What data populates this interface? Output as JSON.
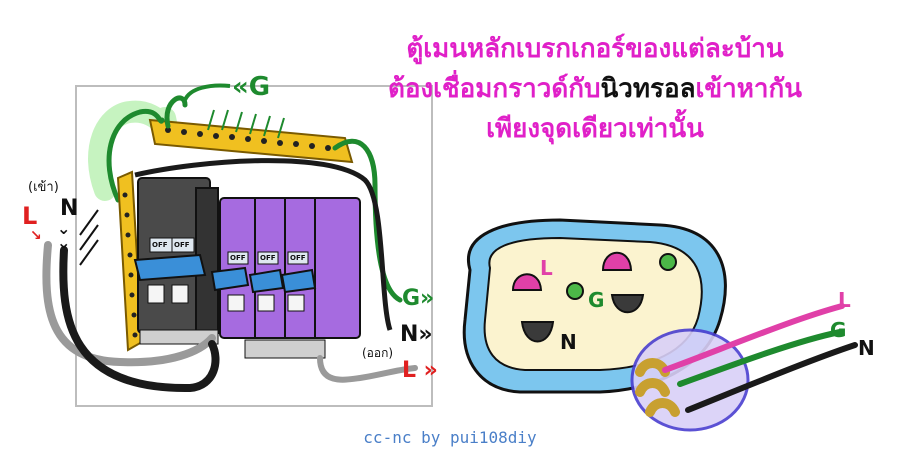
{
  "title": {
    "line1": "ตู้เมนหลักเบรกเกอร์ของแต่ละบ้าน",
    "line2": {
      "part1": "ต้องเชื่อมกราวด์กับ",
      "part2": "นิวทรอล",
      "part3": "เข้าหากัน"
    },
    "line3": "เพียงจุดเดียวเท่านั้น"
  },
  "labels": {
    "g_top": "«G",
    "g_right": "G»",
    "in_note": "(เข้า)",
    "in_n": "N",
    "in_l": "L",
    "out_n": "N»",
    "out_note": "(ออก)",
    "out_l": "L »",
    "breaker_off": "OFF",
    "socket_l": "L",
    "socket_g": "G",
    "socket_n": "N",
    "plug_l": "L",
    "plug_g": "G",
    "plug_n": "N"
  },
  "credit": "cc-nc by pui108diy",
  "colors": {
    "title_pink": "#e020c8",
    "title_black": "#111111",
    "ground_green": "#1e8a2e",
    "live_red": "#e02020",
    "neutral_black": "#1a1a1a",
    "breaker_purple": "#a66be0",
    "breaker_gray": "#4a4a4a",
    "switch_blue": "#3a8fd8",
    "busbar_yellow": "#f0c020",
    "socket_blue": "#7cc6ee",
    "socket_face": "#fbf3cf",
    "credit_blue": "#4a7fc8"
  }
}
